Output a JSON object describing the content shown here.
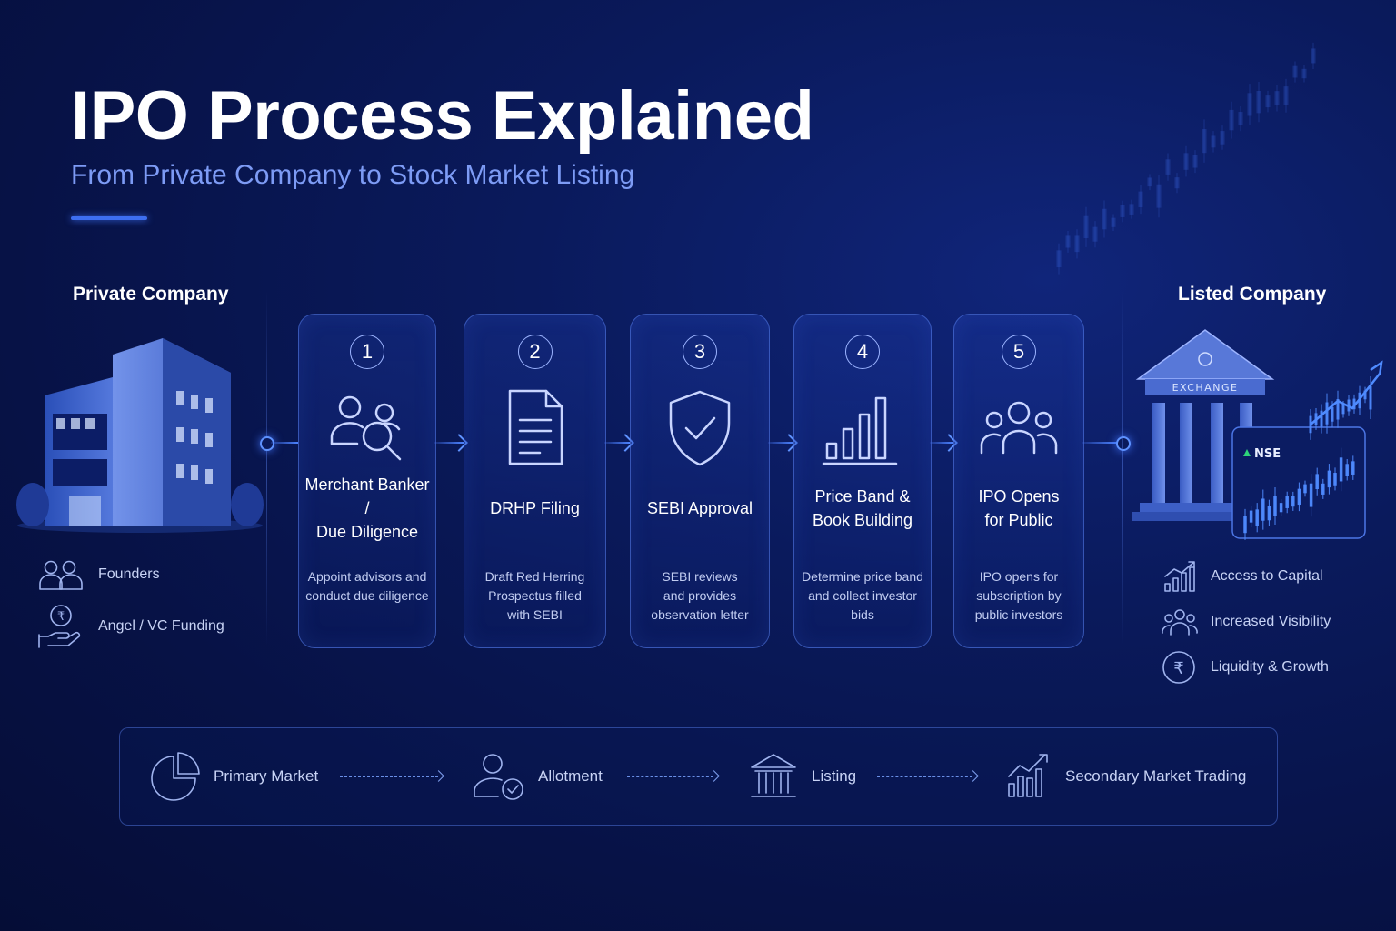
{
  "header": {
    "title": "IPO Process Explained",
    "subtitle": "From Private Company to Stock Market Listing"
  },
  "left_panel": {
    "title": "Private Company",
    "items": [
      {
        "label": "Founders",
        "icon": "founders-icon"
      },
      {
        "label": "Angel / VC Funding",
        "icon": "funding-hand-icon"
      }
    ]
  },
  "steps": [
    {
      "number": "1",
      "title": "Merchant Banker /\nDue Diligence",
      "description": "Appoint advisors and\nconduct due diligence",
      "icon": "people-search-icon"
    },
    {
      "number": "2",
      "title": "DRHP Filing",
      "description": "Draft Red Herring\nProspectus filled\nwith SEBI",
      "icon": "document-icon"
    },
    {
      "number": "3",
      "title": "SEBI Approval",
      "description": "SEBI reviews\nand provides\nobservation letter",
      "icon": "shield-check-icon"
    },
    {
      "number": "4",
      "title": "Price Band &\nBook Building",
      "description": "Determine price band\nand collect investor\nbids",
      "icon": "bar-chart-icon"
    },
    {
      "number": "5",
      "title": "IPO Opens\nfor Public",
      "description": "IPO opens for\nsubscription by\npublic investors",
      "icon": "group-icon"
    }
  ],
  "right_panel": {
    "title": "Listed Company",
    "exchange_label": "NSE",
    "building_sign": "EXCHANGE",
    "items": [
      {
        "label": "Access to Capital",
        "icon": "growth-chart-icon"
      },
      {
        "label": "Increased Visibility",
        "icon": "audience-icon"
      },
      {
        "label": "Liquidity & Growth",
        "icon": "rupee-coin-icon"
      }
    ]
  },
  "bottom_flow": [
    {
      "label": "Primary Market",
      "icon": "pie-chart-icon"
    },
    {
      "label": "Allotment",
      "icon": "user-check-icon"
    },
    {
      "label": "Listing",
      "icon": "exchange-building-icon"
    },
    {
      "label": "Secondary Market Trading",
      "icon": "trading-chart-icon"
    }
  ],
  "colors": {
    "background": "#071246",
    "accent": "#3d6ef0",
    "subtitle": "#7d9bf5",
    "card_border": "#5a82f0",
    "text_muted": "#c2cdf2",
    "nse_green": "#2ed47a"
  }
}
